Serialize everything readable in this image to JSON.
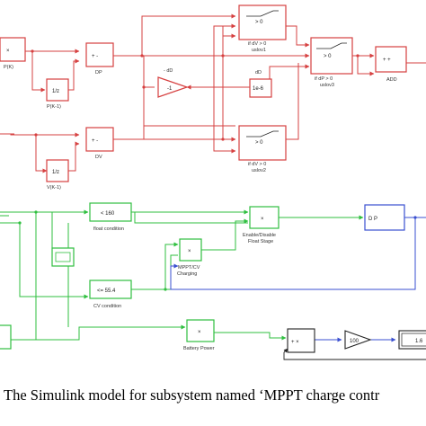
{
  "colors": {
    "red": "#d64040",
    "green": "#2fbf3f",
    "blue": "#3a4fd0",
    "black": "#222222"
  },
  "red_section": {
    "blocks": {
      "product_p": "×",
      "delay_p": "1/z",
      "sum_dp": "+ -",
      "gain": "-1",
      "const_dd": "1e-6",
      "sum_dv": "+ -",
      "delay_v": "1/z",
      "switch1": "> 0",
      "switch2": "> 0",
      "switch3": "> 0",
      "add": "+ +"
    },
    "labels": {
      "pk": "P(K)",
      "pk1": "P(K-1)",
      "dp": "DP",
      "minus_dd": "- dD",
      "dd": "dD",
      "dv": "DV",
      "vk1": "V(K-1)",
      "switch1": "if dV > 0\nuslov1",
      "switch2": "if dV > 0\nuslov2",
      "switch3": "if dP > 0\nuslov3",
      "add": "ADD"
    }
  },
  "green_section": {
    "blocks": {
      "float_cmp": "< 160",
      "cv_cmp": "<= 55.4",
      "mult_float": "×",
      "mult_mppt": "×",
      "mult_battery": "×",
      "dp_block": "D          P",
      "sum_out": "+ ×",
      "gain_100": "100",
      "display": "1.6"
    },
    "labels": {
      "float": "float condition",
      "cv": "CV condition",
      "enable": "Enable/Disable\nFloat Stage",
      "mppt_cv": "MPPT/CV\nCharging",
      "battery": "Battery Power"
    }
  },
  "caption": "The Simulink model for subsystem named ‘MPPT charge contr"
}
